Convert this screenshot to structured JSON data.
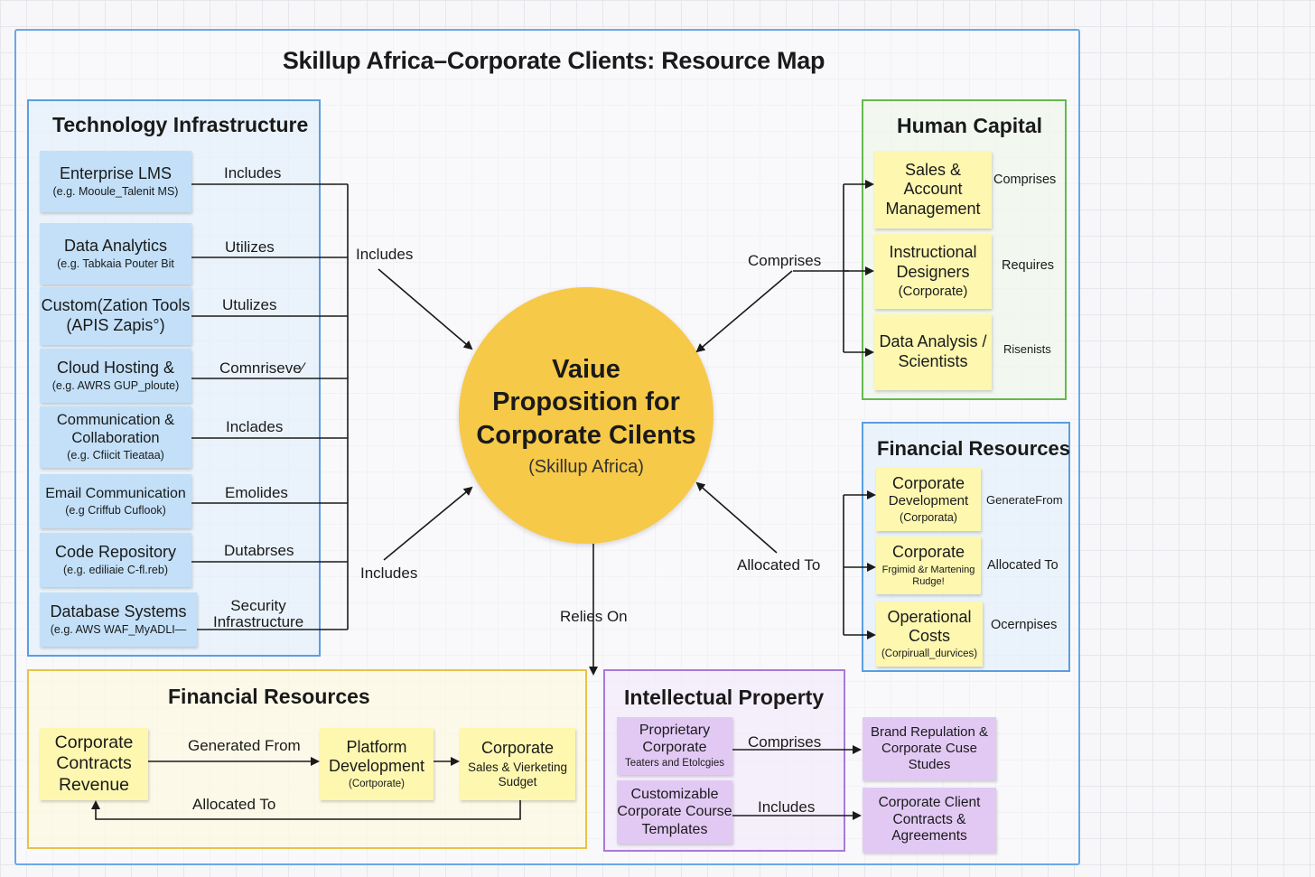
{
  "title": "Skillup Africa–Corporate Clients: Resource Map",
  "center": {
    "line1": "Vaiue",
    "line2": "Proposition  for",
    "line3": "Corporate Cilents",
    "subtitle": "(Skillup Africa)"
  },
  "technology": {
    "title": "Technology Infrastructure",
    "items": [
      {
        "title": "Enterprise LMS",
        "sub": "(e.g. Mooule_Talenit MS)",
        "relation": "Includes"
      },
      {
        "title": "Data Analytics",
        "sub": "(e.g. Tabkaia  Pouter Bit",
        "relation": "Utilizes"
      },
      {
        "title": "Custom(Zation Tools (APIS  Zapis°)",
        "sub": "",
        "relation": "Utulizes"
      },
      {
        "title": "Cloud Hosting &",
        "sub": "(e.g. AWRS GUP_ploute)",
        "relation": "Comnriseve⁄"
      },
      {
        "title": "Communication & Collaboration",
        "sub": "(e.g. Cfiicit  Tieataa)",
        "relation": "Inclades"
      },
      {
        "title": "Email Communication",
        "sub": "(e.g Criffub  Cuflook)",
        "relation": "Emolides"
      },
      {
        "title": "Code Repository",
        "sub": "(e.g. ediliaie  C-fl.reb)",
        "relation": "Dutabrses"
      },
      {
        "title": "Database Systems",
        "sub": "(e.g. AWS WAF_MyADLI—",
        "relation": "Security Infrastructure"
      }
    ]
  },
  "human_capital": {
    "title": "Human Capital",
    "items": [
      {
        "title": "Sales & Account Management",
        "sub": "",
        "relation": "Comprises"
      },
      {
        "title": "Instructional Designers",
        "sub": "(Corporate)",
        "relation": "Requires"
      },
      {
        "title": "Data Analysis / Scientists",
        "sub": "",
        "relation": "Risenists"
      }
    ]
  },
  "financial_right": {
    "title": "Financial Resources",
    "items": [
      {
        "title": "Corporate",
        "title2": "Development",
        "sub": "(Corporata)",
        "relation": "GenerateFrom"
      },
      {
        "title": "Corporate",
        "title2": "",
        "sub": "Frgimid &r Martening Rudge!",
        "relation": "Allocated To"
      },
      {
        "title": "Operational Costs",
        "title2": "",
        "sub": "(Corpiruall_durvices)",
        "relation": "Ocernpises"
      }
    ]
  },
  "financial_bottom": {
    "title": "Financial Resources",
    "items": [
      {
        "title": "Corporate Contracts Revenue",
        "sub": ""
      },
      {
        "title": "Platform Development",
        "sub": "(Cortporate)"
      },
      {
        "title": "Corporate",
        "sub": "Sales & Vierketing Sudget"
      }
    ],
    "relations": [
      "Generated From",
      "Allocated To"
    ]
  },
  "intellectual_property": {
    "title": "Intellectual Property",
    "items": [
      {
        "title": "Proprietary Corporate",
        "sub": "Teaters and Etolcgies",
        "relation": "Comprises"
      },
      {
        "title": "Customizable Corporate Course Templates",
        "sub": "",
        "relation": "Includes"
      }
    ],
    "targets": [
      "Brand Repulation & Corporate Cuse Studes",
      "Corporate Client Contracts & Agreements"
    ]
  },
  "center_links": {
    "top_left": "Includes",
    "bottom_left": "Includes",
    "top_right": "Comprises",
    "bottom_right": "Allocated To",
    "bottom": "Relies On"
  },
  "colors": {
    "frame_border": "#6aa8e6",
    "center_fill": "#f7c948",
    "blue_card": "#c3e0f8",
    "yellow_card": "#fdf7b0",
    "purple_card": "#e2c9f4",
    "green_border": "#65b94d",
    "purple_border": "#a77ad8",
    "yellow_border": "#e8c24a"
  }
}
